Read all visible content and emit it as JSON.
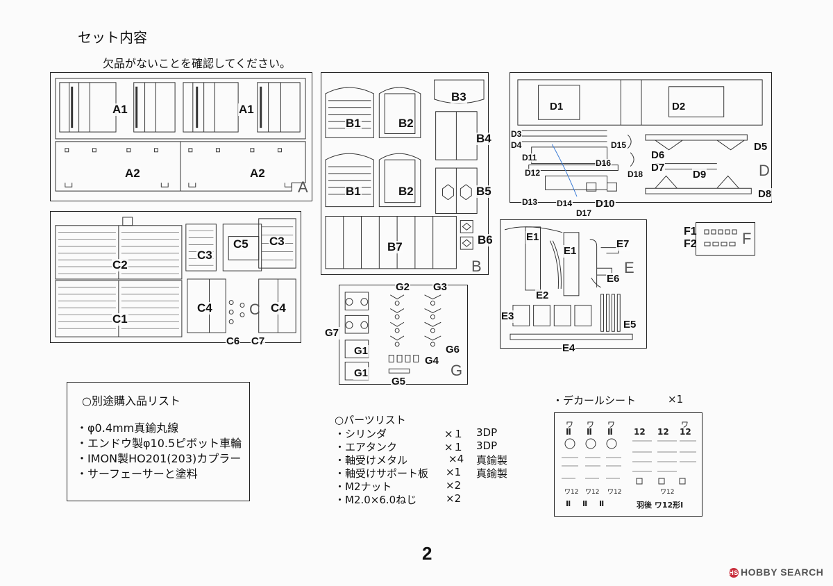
{
  "header": {
    "title": "セット内容",
    "subtitle": "欠品がないことを確認してください。"
  },
  "sheets": {
    "A": {
      "letter": "A",
      "parts": [
        "A1",
        "A1",
        "A2",
        "A2"
      ]
    },
    "B": {
      "letter": "B",
      "parts": [
        "B1",
        "B1",
        "B2",
        "B2",
        "B3",
        "B4",
        "B5",
        "B6",
        "B7"
      ]
    },
    "C": {
      "letter": "C",
      "parts": [
        "C1",
        "C2",
        "C3",
        "C3",
        "C4",
        "C4",
        "C5",
        "C6",
        "C7"
      ]
    },
    "D": {
      "letter": "D",
      "parts": [
        "D1",
        "D2",
        "D3",
        "D4",
        "D5",
        "D6",
        "D7",
        "D8",
        "D9",
        "D10",
        "D11",
        "D12",
        "D13",
        "D14",
        "D15",
        "D16",
        "D17",
        "D18"
      ]
    },
    "E": {
      "letter": "E",
      "parts": [
        "E1",
        "E1",
        "E2",
        "E3",
        "E4",
        "E5",
        "E6",
        "E7"
      ]
    },
    "F": {
      "letter": "F",
      "parts": [
        "F1",
        "F2"
      ]
    },
    "G": {
      "letter": "G",
      "parts": [
        "G1",
        "G1",
        "G2",
        "G3",
        "G4",
        "G5",
        "G6",
        "G7"
      ]
    }
  },
  "extras": {
    "title": "○別途購入品リスト",
    "items": [
      "・φ0.4mm真鍮丸線",
      "・エンドウ製φ10.5ピボット車輪",
      "・IMON製HO201(203)カプラー",
      "・サーフェーサーと塗料"
    ]
  },
  "parts_list": {
    "title": "○パーツリスト",
    "rows": [
      {
        "name": "・シリンダ",
        "qty": "×１",
        "material": "3DP"
      },
      {
        "name": "・エアタンク",
        "qty": "×１",
        "material": "3DP"
      },
      {
        "name": "・軸受けメタル",
        "qty": "×4",
        "material": "真鍮製"
      },
      {
        "name": "・軸受けサポート板",
        "qty": "×1",
        "material": "真鍮製"
      },
      {
        "name": "・M2ナット",
        "qty": "×2",
        "material": ""
      },
      {
        "name": "・M2.0×6.0ねじ",
        "qty": "×2",
        "material": ""
      }
    ]
  },
  "decal": {
    "label": "・デカールシート",
    "qty": "×1",
    "footer": "羽後 ワ12形Ⅰ",
    "top_marks": [
      "ワ",
      "ワ",
      "ワ",
      "ワ"
    ],
    "side_marks": [
      "Ⅱ",
      "Ⅱ",
      "Ⅱ",
      "12",
      "12",
      "12"
    ],
    "small_text": [
      "ワ12",
      "ワ12",
      "ワ12",
      "ワ12"
    ],
    "bottom_marks": [
      "Ⅱ",
      "Ⅱ",
      "Ⅱ"
    ]
  },
  "page_number": "2",
  "watermark": "HOBBY SEARCH"
}
